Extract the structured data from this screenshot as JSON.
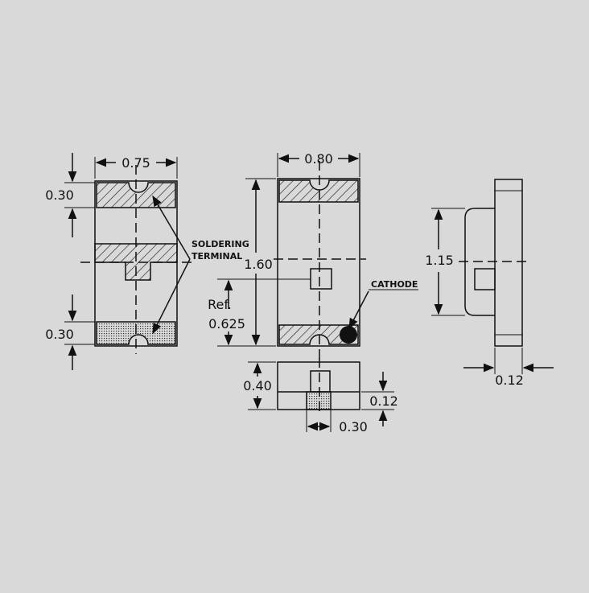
{
  "colors": {
    "background": "#d9d9d9",
    "ink": "#111111"
  },
  "dimensions": {
    "side_width": "0.75",
    "side_top_terminal": "0.30",
    "side_bottom_terminal": "0.30",
    "top_width": "0.80",
    "top_length": "1.60",
    "ref_label": "Ref.",
    "ref_value": "0.625",
    "bottom_height": "0.40",
    "bottom_inner": "0.12",
    "bottom_pad": "0.30",
    "profile_height": "1.15",
    "profile_depth": "0.12"
  },
  "labels": {
    "soldering": "SOLDERING",
    "terminal": "TERMINAL",
    "cathode": "CATHODE"
  }
}
